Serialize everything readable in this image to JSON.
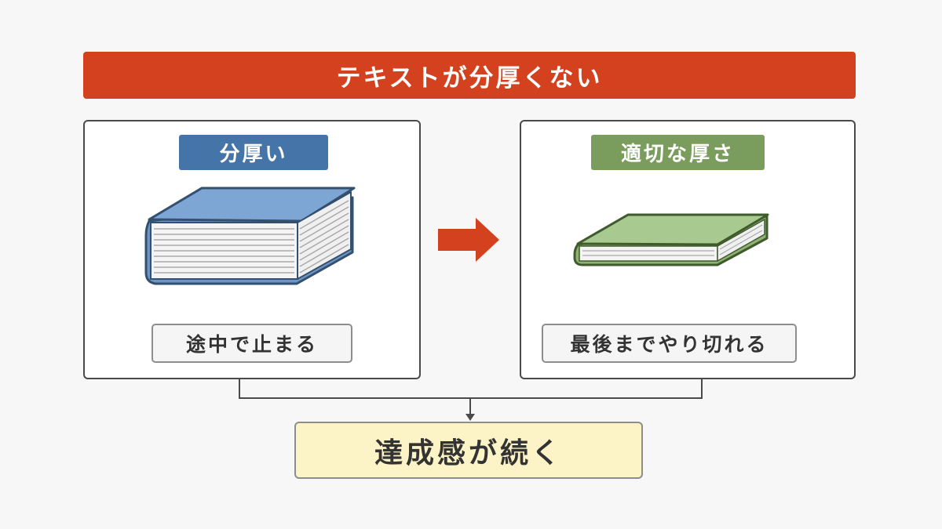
{
  "banner": {
    "title": "テキストが分厚くない"
  },
  "left_panel": {
    "tag_label": "分厚い",
    "result_label": "途中で止まる"
  },
  "right_panel": {
    "tag_label": "適切な厚さ",
    "result_label": "最後までやり切れる"
  },
  "conclusion": {
    "label": "達成感が続く"
  },
  "colors": {
    "banner": "#d3411e",
    "arrow": "#d3411e",
    "thick_tag": "#4575a8",
    "fit_tag": "#7a9c5c",
    "thick_book": "#7ea6d4",
    "fit_book": "#a8c98f",
    "conclusion_bg": "#fcf3c6"
  }
}
